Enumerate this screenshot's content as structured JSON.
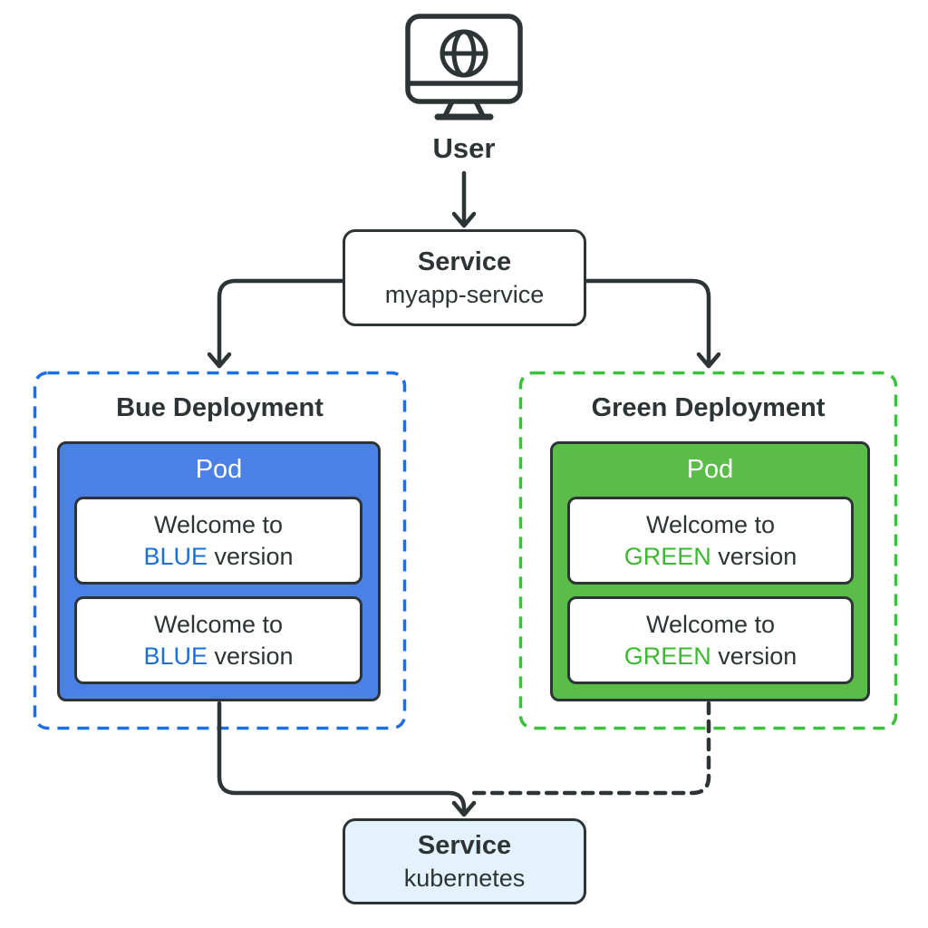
{
  "user": {
    "label": "User",
    "icon": "monitor-globe-icon"
  },
  "service_top": {
    "title": "Service",
    "subtitle": "myapp-service"
  },
  "deployments": [
    {
      "title": "Bue Deployment",
      "pod_label": "Pod",
      "replicas": [
        {
          "line1": "Welcome to",
          "highlight": "BLUE",
          "rest": " version"
        },
        {
          "line1": "Welcome to",
          "highlight": "BLUE",
          "rest": " version"
        }
      ],
      "colors": {
        "border": "#1e6ee8",
        "pod_fill": "#4b80e6",
        "highlight": "#1d6fd9"
      }
    },
    {
      "title": "Green Deployment",
      "pod_label": "Pod",
      "replicas": [
        {
          "line1": "Welcome to",
          "highlight": "GREEN",
          "rest": " version"
        },
        {
          "line1": "Welcome to",
          "highlight": "GREEN",
          "rest": " version"
        }
      ],
      "colors": {
        "border": "#3cc13c",
        "pod_fill": "#5abd48",
        "highlight": "#3db832"
      }
    }
  ],
  "service_bottom": {
    "title": "Service",
    "subtitle": "kubernetes"
  },
  "palette": {
    "background": "#ffffff",
    "stroke": "#2d3436",
    "text": "#2d3436",
    "bottom_service_fill": "#e3f2fc"
  }
}
